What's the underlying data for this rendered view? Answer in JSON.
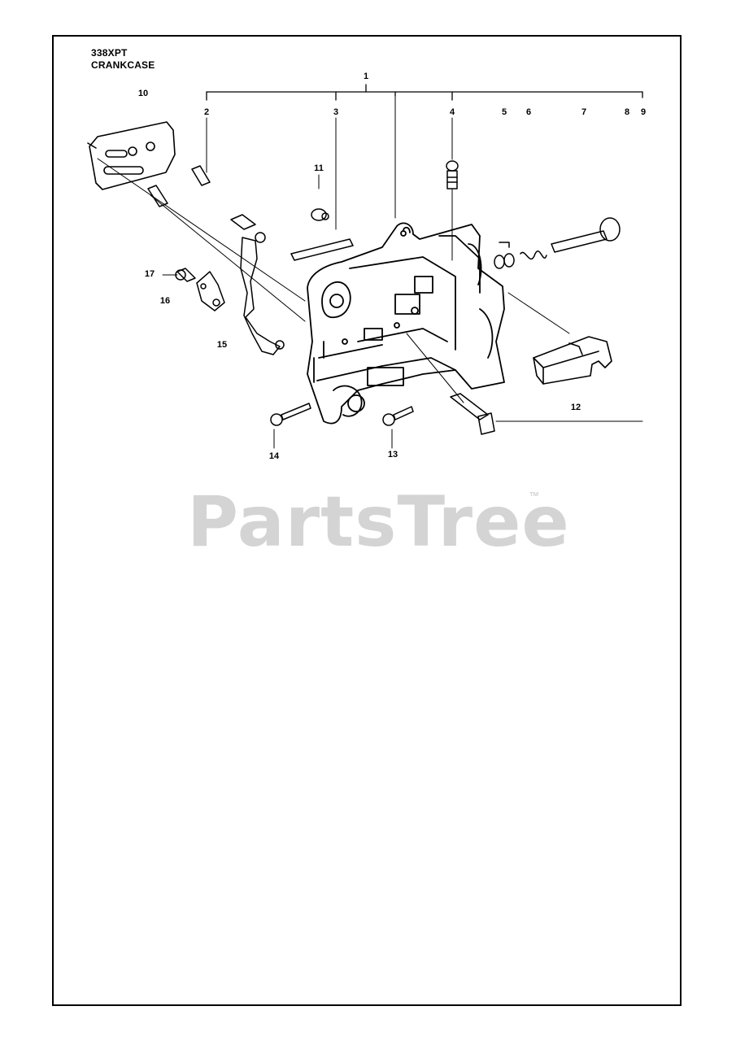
{
  "header": {
    "model": "338XPT",
    "section": "CRANKCASE"
  },
  "callouts": {
    "c1": "1",
    "c2": "2",
    "c3": "3",
    "c4": "4",
    "c5": "5",
    "c6": "6",
    "c7": "7",
    "c8": "8",
    "c9": "9",
    "c10": "10",
    "c11": "11",
    "c12": "12",
    "c13": "13",
    "c14": "14",
    "c15": "15",
    "c16": "16",
    "c17": "17"
  },
  "watermark": {
    "text": "PartsTree",
    "mark": "™"
  },
  "colors": {
    "line": "#000000",
    "watermark": "#d4d4d4"
  }
}
